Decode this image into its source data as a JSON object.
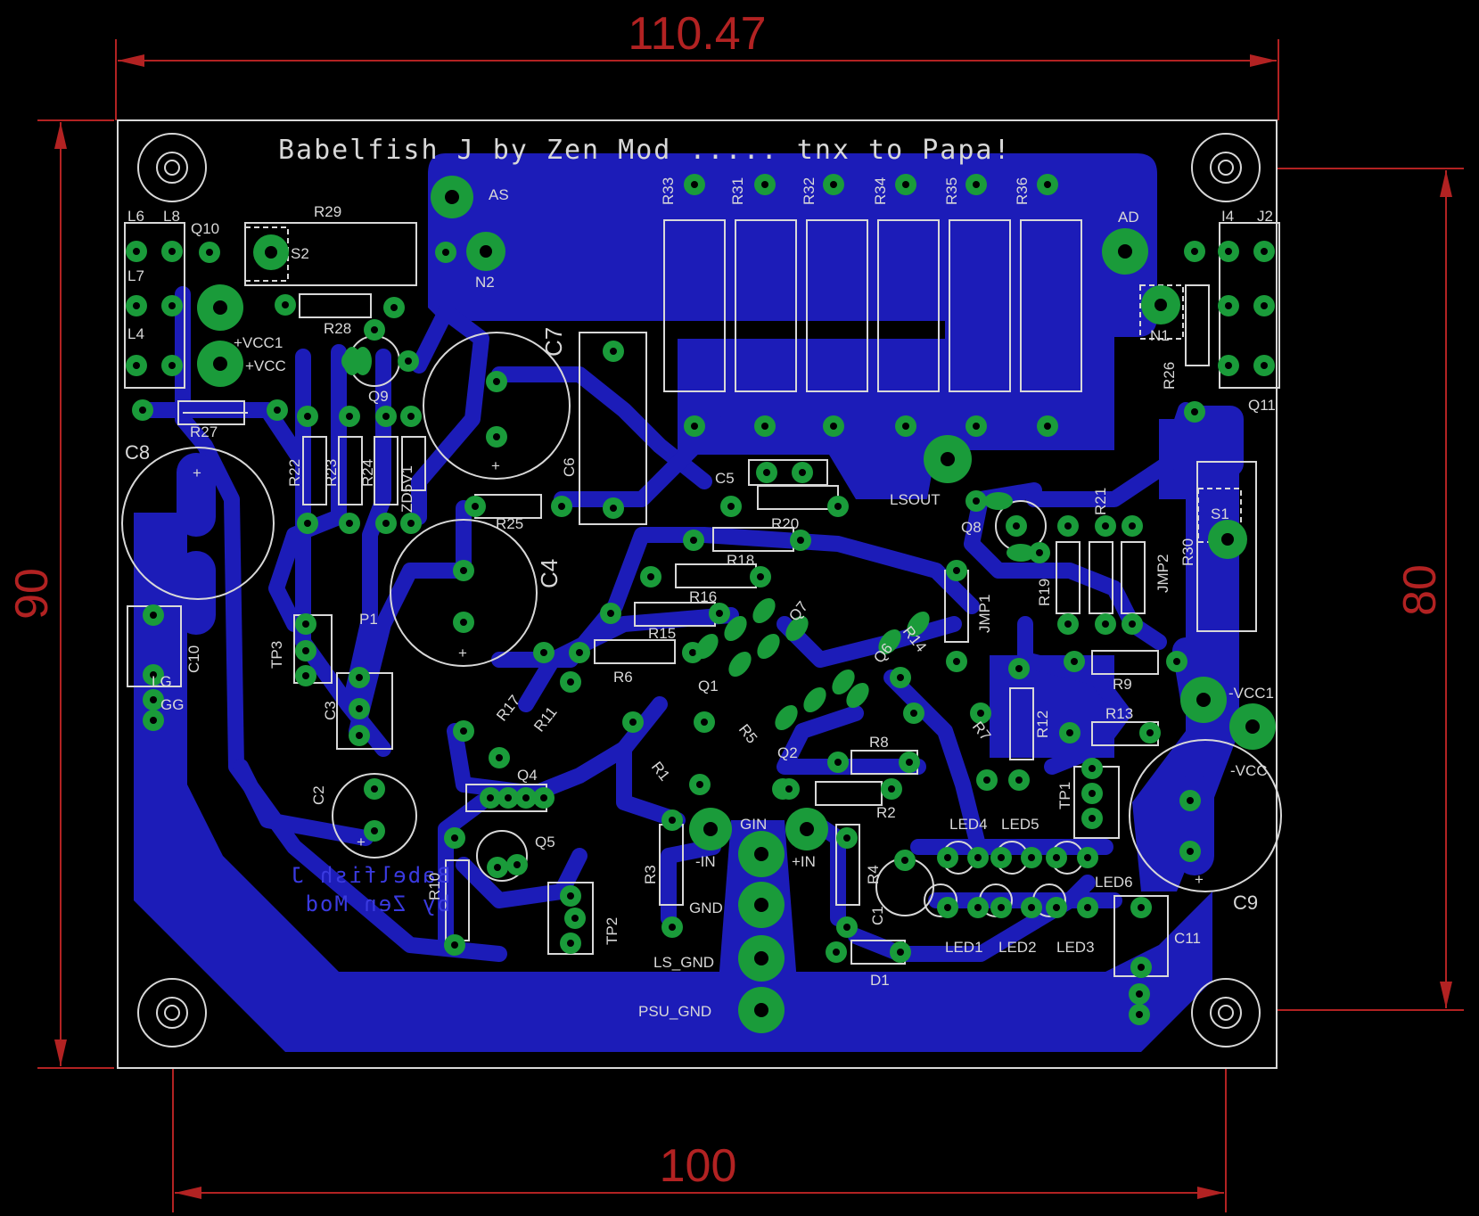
{
  "board": {
    "title": "Babelfish J by Zen Mod ..... tnx to Papa!",
    "mirror_line1": "Babelfish J",
    "mirror_line2": "by Zen Mod"
  },
  "dimensions": {
    "width_outer": "110.47",
    "height_outer": "90",
    "width_holes": "100",
    "height_holes": "80"
  },
  "colors": {
    "background": "#000000",
    "copper": "#1c1cb8",
    "pad": "#1a9b3a",
    "silk": "#d8d8d8",
    "dimension": "#b22222"
  },
  "labels": {
    "AS": "AS",
    "AD": "AD",
    "N1": "N1",
    "N2": "N2",
    "S1": "S1",
    "S2": "S2",
    "R29": "R29",
    "R28": "R28",
    "R27": "R27",
    "R26": "R26",
    "R33": "R33",
    "R31": "R31",
    "R32": "R32",
    "R34": "R34",
    "R35": "R35",
    "R36": "R36",
    "Q10": "Q10",
    "Q9": "Q9",
    "Q11": "Q11",
    "Q8": "Q8",
    "L6": "L6",
    "L8": "L8",
    "L7": "L7",
    "L4": "L4",
    "I4": "I4",
    "J2": "J2",
    "VCC1p": "+VCC1",
    "VCCp": "+VCC",
    "VCC1n": "-VCC1",
    "VCCn": "-VCC",
    "C7": "C7",
    "C6": "C6",
    "C5": "C5",
    "C4": "C4",
    "C8": "C8",
    "C9": "C9",
    "C10": "C10",
    "C11": "C11",
    "C2": "C2",
    "C3": "C3",
    "C1": "C1",
    "R22": "R22",
    "R23": "R23",
    "R24": "R24",
    "ZD5V1": "ZD5V1",
    "R25": "R25",
    "R20": "R20",
    "R18": "R18",
    "R16": "R16",
    "R15": "R15",
    "R6": "R6",
    "R17": "R17",
    "R11": "R11",
    "R5": "R5",
    "R1": "R1",
    "R8": "R8",
    "R2": "R2",
    "R3": "R3",
    "R4": "R4",
    "R10": "R10",
    "R14": "R14",
    "R7": "R7",
    "R12": "R12",
    "R13": "R13",
    "R9": "R9",
    "R19": "R19",
    "R21": "R21",
    "R30": "R30",
    "Q7": "Q7",
    "Q6": "Q6",
    "Q1": "Q1",
    "Q2": "Q2",
    "Q4": "Q4",
    "Q5": "Q5",
    "JMP1": "JMP1",
    "JMP2": "JMP2",
    "LSOUT": "LSOUT",
    "GIN": "GIN",
    "INm": "-IN",
    "INp": "+IN",
    "GND": "GND",
    "LS_GND": "LS_GND",
    "PSU_GND": "PSU_GND",
    "TP1": "TP1",
    "TP2": "TP2",
    "TP3": "TP3",
    "P1": "P1",
    "LED1": "LED1",
    "LED2": "LED2",
    "LED3": "LED3",
    "LED4": "LED4",
    "LED5": "LED5",
    "LED6": "LED6",
    "D1": "D1",
    "LG": "LG",
    "GG": "GG",
    "plus": "+"
  }
}
